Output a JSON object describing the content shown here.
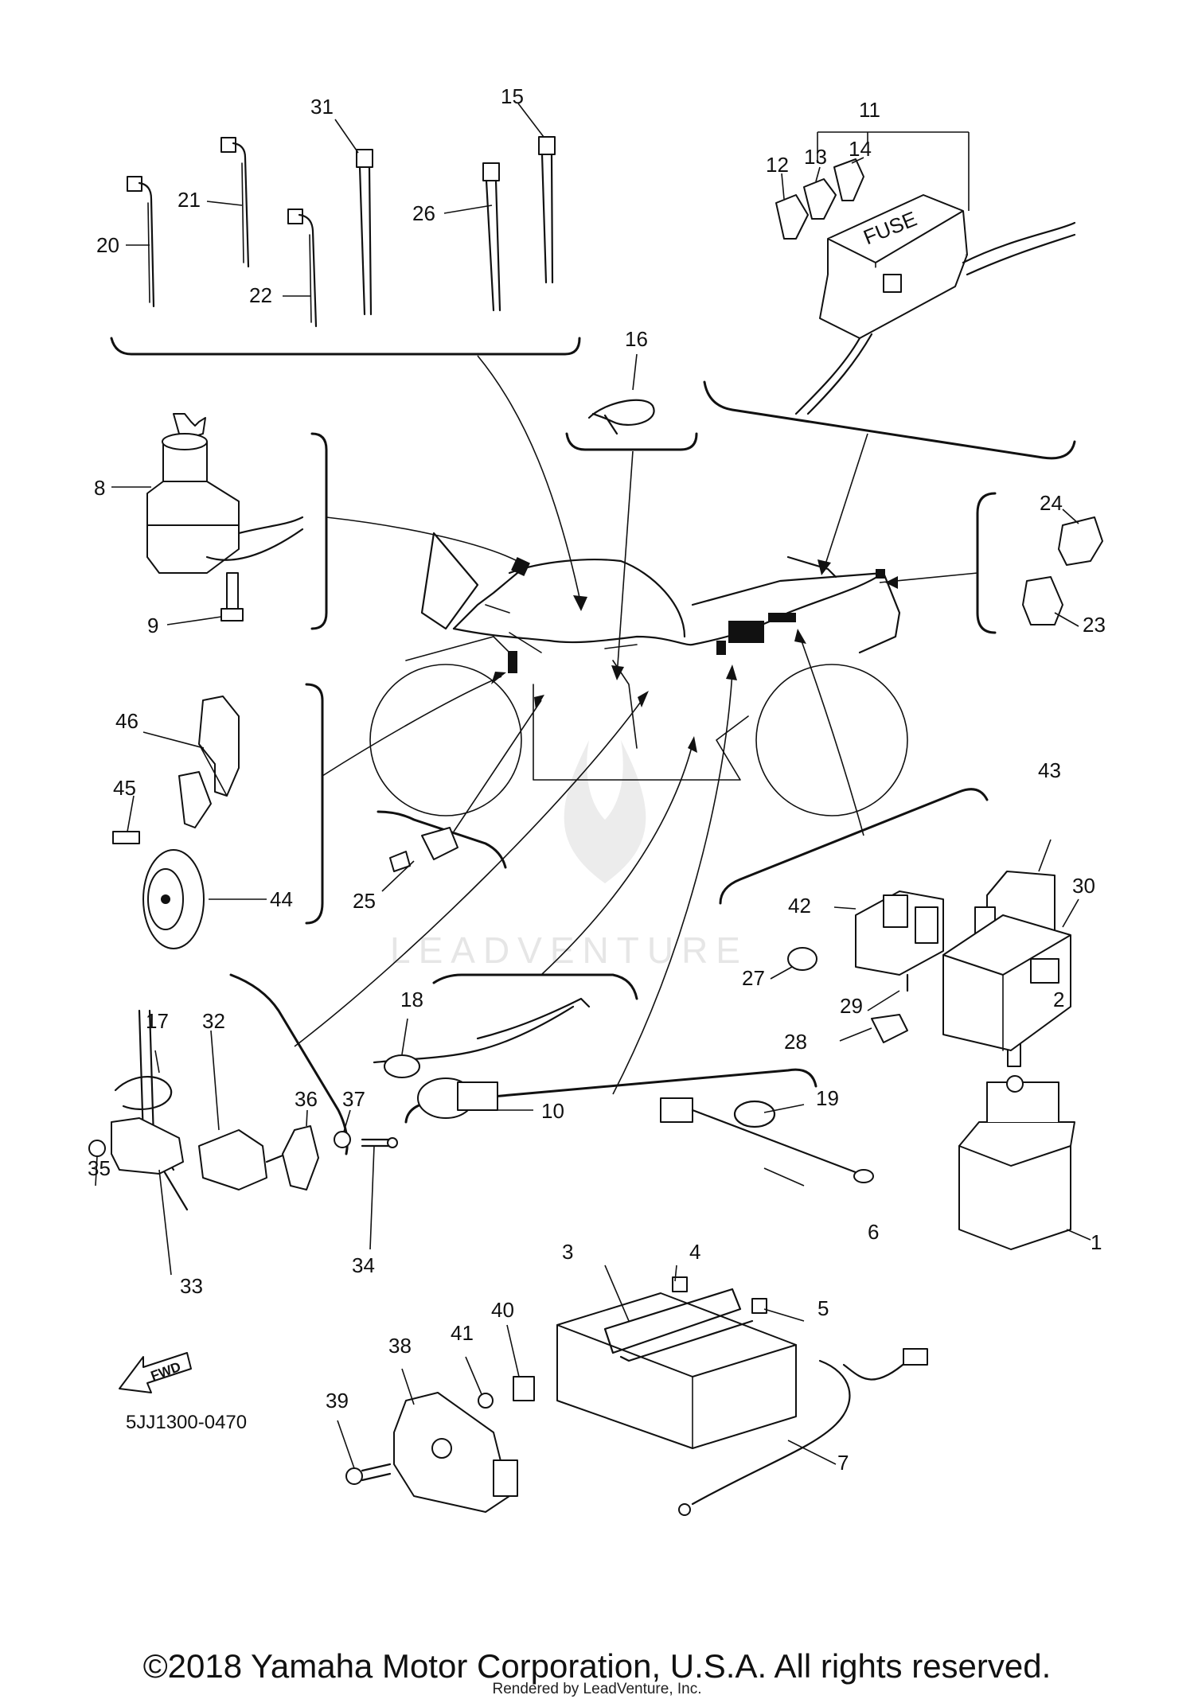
{
  "diagram_code": "5JJ1300-0470",
  "fwd_label": "FWD",
  "fuse_label": "FUSE",
  "watermark": "LEADVENTURE",
  "copyright": "©2018 Yamaha Motor Corporation, U.S.A. All rights reserved.",
  "rendered_by": "Rendered by LeadVenture, Inc.",
  "callouts": {
    "c1": "1",
    "c2": "2",
    "c3": "3",
    "c4": "4",
    "c5": "5",
    "c6": "6",
    "c7": "7",
    "c8": "8",
    "c9": "9",
    "c10": "10",
    "c11": "11",
    "c12": "12",
    "c13": "13",
    "c14": "14",
    "c15": "15",
    "c16": "16",
    "c17": "17",
    "c18": "18",
    "c19": "19",
    "c20": "20",
    "c21": "21",
    "c22": "22",
    "c23": "23",
    "c24": "24",
    "c25": "25",
    "c26": "26",
    "c27": "27",
    "c28": "28",
    "c29": "29",
    "c30": "30",
    "c31": "31",
    "c32": "32",
    "c33": "33",
    "c34": "34",
    "c35": "35",
    "c36": "36",
    "c37": "37",
    "c38": "38",
    "c39": "39",
    "c40": "40",
    "c41": "41",
    "c42": "42",
    "c43": "43",
    "c44": "44",
    "c45": "45",
    "c46": "46"
  }
}
